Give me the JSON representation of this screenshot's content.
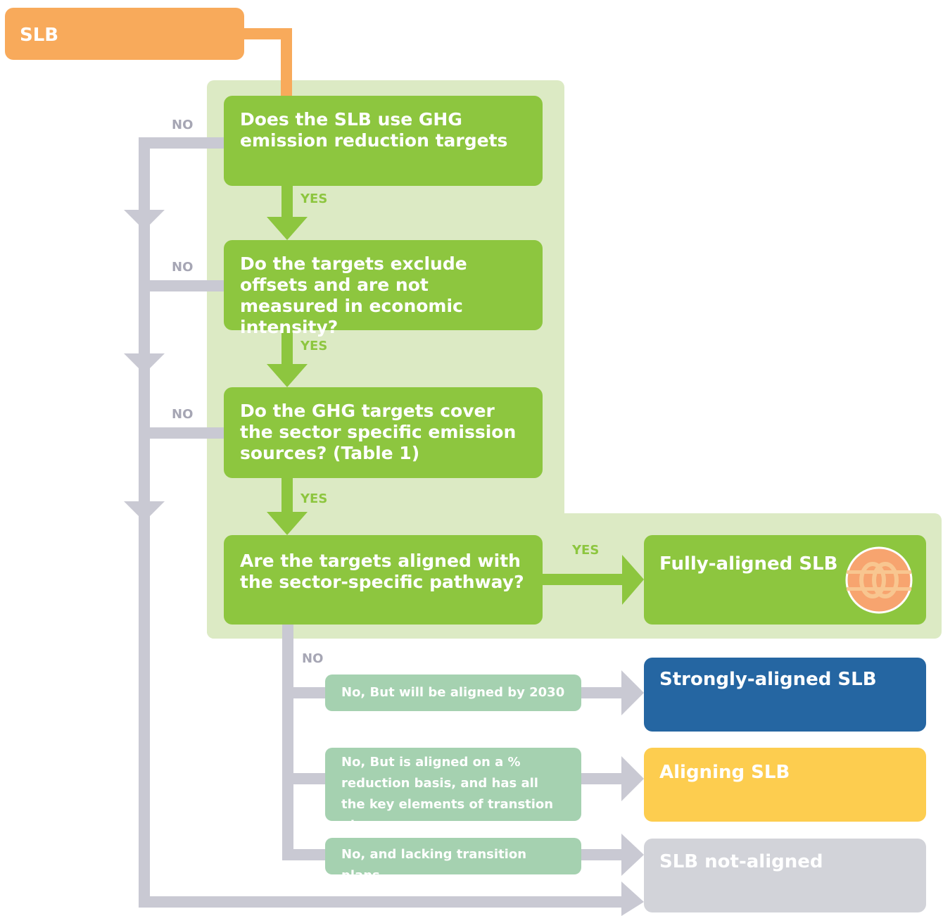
{
  "start": {
    "label": "SLB"
  },
  "questions": [
    {
      "text": "Does the SLB use GHG emission reduction targets"
    },
    {
      "text": "Do the targets exclude offsets and are not measured in economic intensity?"
    },
    {
      "text": "Do the GHG targets cover the sector specific emission sources? (Table 1)"
    },
    {
      "text": "Are the targets aligned with the sector-specific pathway?"
    }
  ],
  "labels": {
    "yes": "YES",
    "no": "NO"
  },
  "sub_conditions": [
    {
      "text": "No, But will be aligned by 2030"
    },
    {
      "text": "No, But is aligned on a % reduction basis, and has all the key elements of transtion plans"
    },
    {
      "text": "No, and lacking transition plans"
    }
  ],
  "outcomes": [
    {
      "label": "Fully-aligned SLB",
      "color": "#8dc63f",
      "icon": "interlocking-rings-icon"
    },
    {
      "label": "Strongly-aligned SLB",
      "color": "#2566a2"
    },
    {
      "label": "Aligning SLB",
      "color": "#fdcd4f"
    },
    {
      "label": "SLB not-aligned",
      "color": "#d2d3d9"
    }
  ],
  "colors": {
    "start": "#f8aa5b",
    "question": "#8dc63f",
    "highlight_bg": "#dceac4",
    "connector_gray": "#c9c9d3",
    "sub_condition": "#a5d1b0",
    "icon_circle": "#f7a46f"
  }
}
